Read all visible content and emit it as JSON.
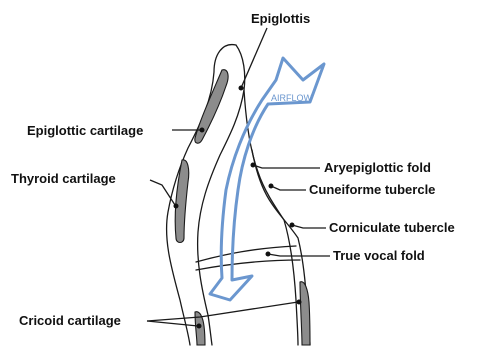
{
  "labels": {
    "epiglottis": "Epiglottis",
    "epiglottic_cartilage": "Epiglottic cartilage",
    "thyroid_cartilage": "Thyroid cartilage",
    "aryepiglottic_fold": "Aryepiglottic fold",
    "cuneiforme_tubercle": "Cuneiforme tubercle",
    "corniculate_tubercle": "Corniculate tubercle",
    "true_vocal_fold": "True vocal fold",
    "cricoid_cartilage": "Cricoid cartilage",
    "airflow": "AIRFLOW"
  },
  "colors": {
    "airflow": "#6b97cf",
    "cartilage": "#8c8c8c",
    "outline": "#1a1a1a",
    "text": "#111111"
  }
}
